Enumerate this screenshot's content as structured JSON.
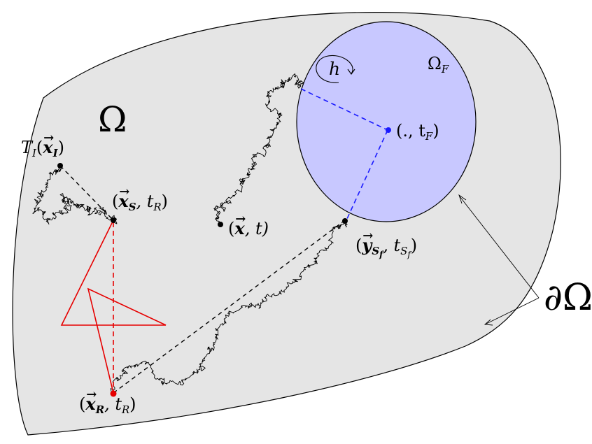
{
  "labels": {
    "domain": "Ω",
    "boundary": "∂Ω",
    "region_f": "Ω",
    "region_f_sub": "F",
    "h": "h",
    "center": "(., t",
    "center_sub": "F",
    "center_close": ")",
    "ti_t": "T",
    "ti_t_sub": "I",
    "ti_open": "(",
    "ti_x": "x",
    "ti_x_sub": "I",
    "ti_close": ")",
    "xs_open": "(",
    "xs_x": "x",
    "xs_x_sub": "S",
    "xs_rest": ", t",
    "xs_rest_sub": "R",
    "xs_close": ")",
    "x_open": "(",
    "x_x": "x",
    "x_rest": ", t)",
    "xr_open": "(",
    "xr_x": "x",
    "xr_x_sub": "R",
    "xr_rest": ", t",
    "xr_rest_sub": "R",
    "xr_close": ")",
    "ys_open": "(",
    "ys_y": "y",
    "ys_y_sub": "S",
    "ys_y_subsub": "f",
    "ys_rest": ", t",
    "ys_rest_sub": "S",
    "ys_rest_subsub": "f",
    "ys_close": ")"
  },
  "colors": {
    "domain_fill": "#e5e5e5",
    "region_fill": "#c8c8ff",
    "dashed_blue": "#1a1aff",
    "red": "#e60000",
    "black": "#000000"
  }
}
